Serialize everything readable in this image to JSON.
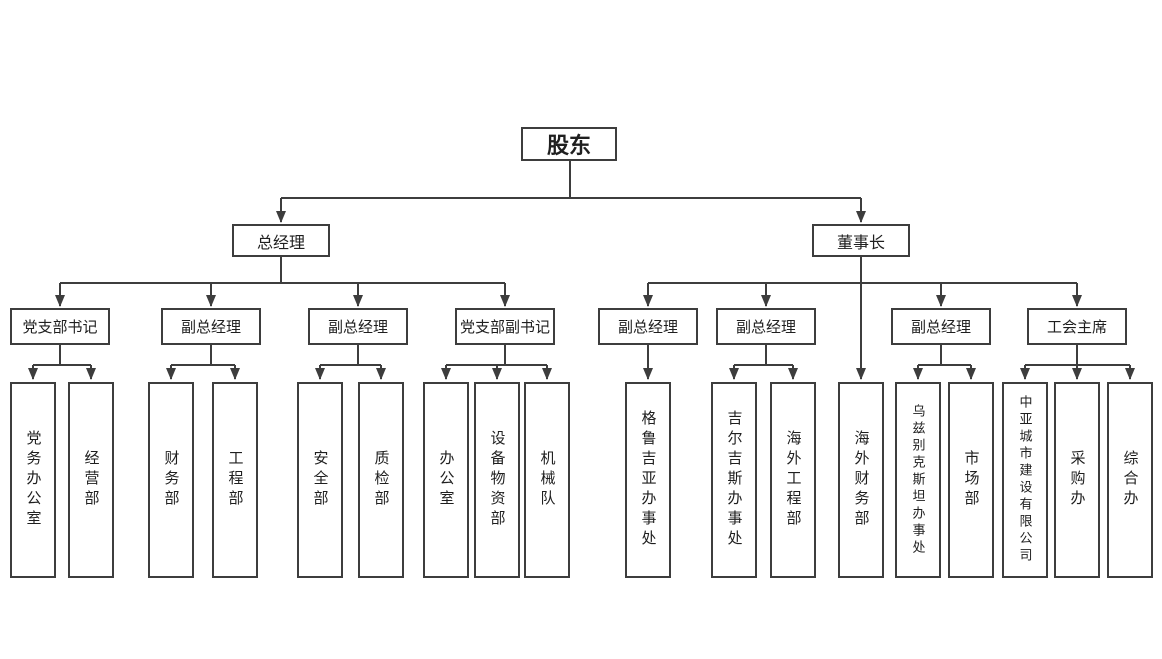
{
  "org": {
    "root": {
      "label": "股东"
    },
    "executives": [
      {
        "label": "总经理"
      },
      {
        "label": "董事长"
      }
    ],
    "branches": [
      {
        "label": "党支部书记",
        "children": [
          {
            "label": "党务办公室"
          },
          {
            "label": "经营部"
          }
        ]
      },
      {
        "label": "副总经理",
        "children": [
          {
            "label": "财务部"
          },
          {
            "label": "工程部"
          }
        ]
      },
      {
        "label": "副总经理",
        "children": [
          {
            "label": "安全部"
          },
          {
            "label": "质检部"
          }
        ]
      },
      {
        "label": "党支部副书记",
        "children": [
          {
            "label": "办公室"
          },
          {
            "label": "设备物资部"
          },
          {
            "label": "机械队"
          }
        ]
      },
      {
        "label": "副总经理",
        "children": [
          {
            "label": "格鲁吉亚办事处"
          }
        ]
      },
      {
        "label": "副总经理",
        "children": [
          {
            "label": "吉尔吉斯办事处"
          },
          {
            "label": "海外工程部"
          }
        ]
      },
      {
        "label": "副总经理",
        "children": [
          {
            "label": "乌兹别克斯坦办事处"
          },
          {
            "label": "市场部"
          }
        ]
      },
      {
        "label": "工会主席",
        "children": [
          {
            "label": "中亚城市建设有限公司"
          },
          {
            "label": "采购办"
          },
          {
            "label": "综合办"
          }
        ]
      }
    ],
    "chairman_direct": [
      {
        "label": "海外财务部"
      }
    ],
    "colors": {
      "line": "#3d3d3d",
      "border": "#3d3d3d",
      "text": "#1f1f1f",
      "background": "#ffffff"
    }
  }
}
